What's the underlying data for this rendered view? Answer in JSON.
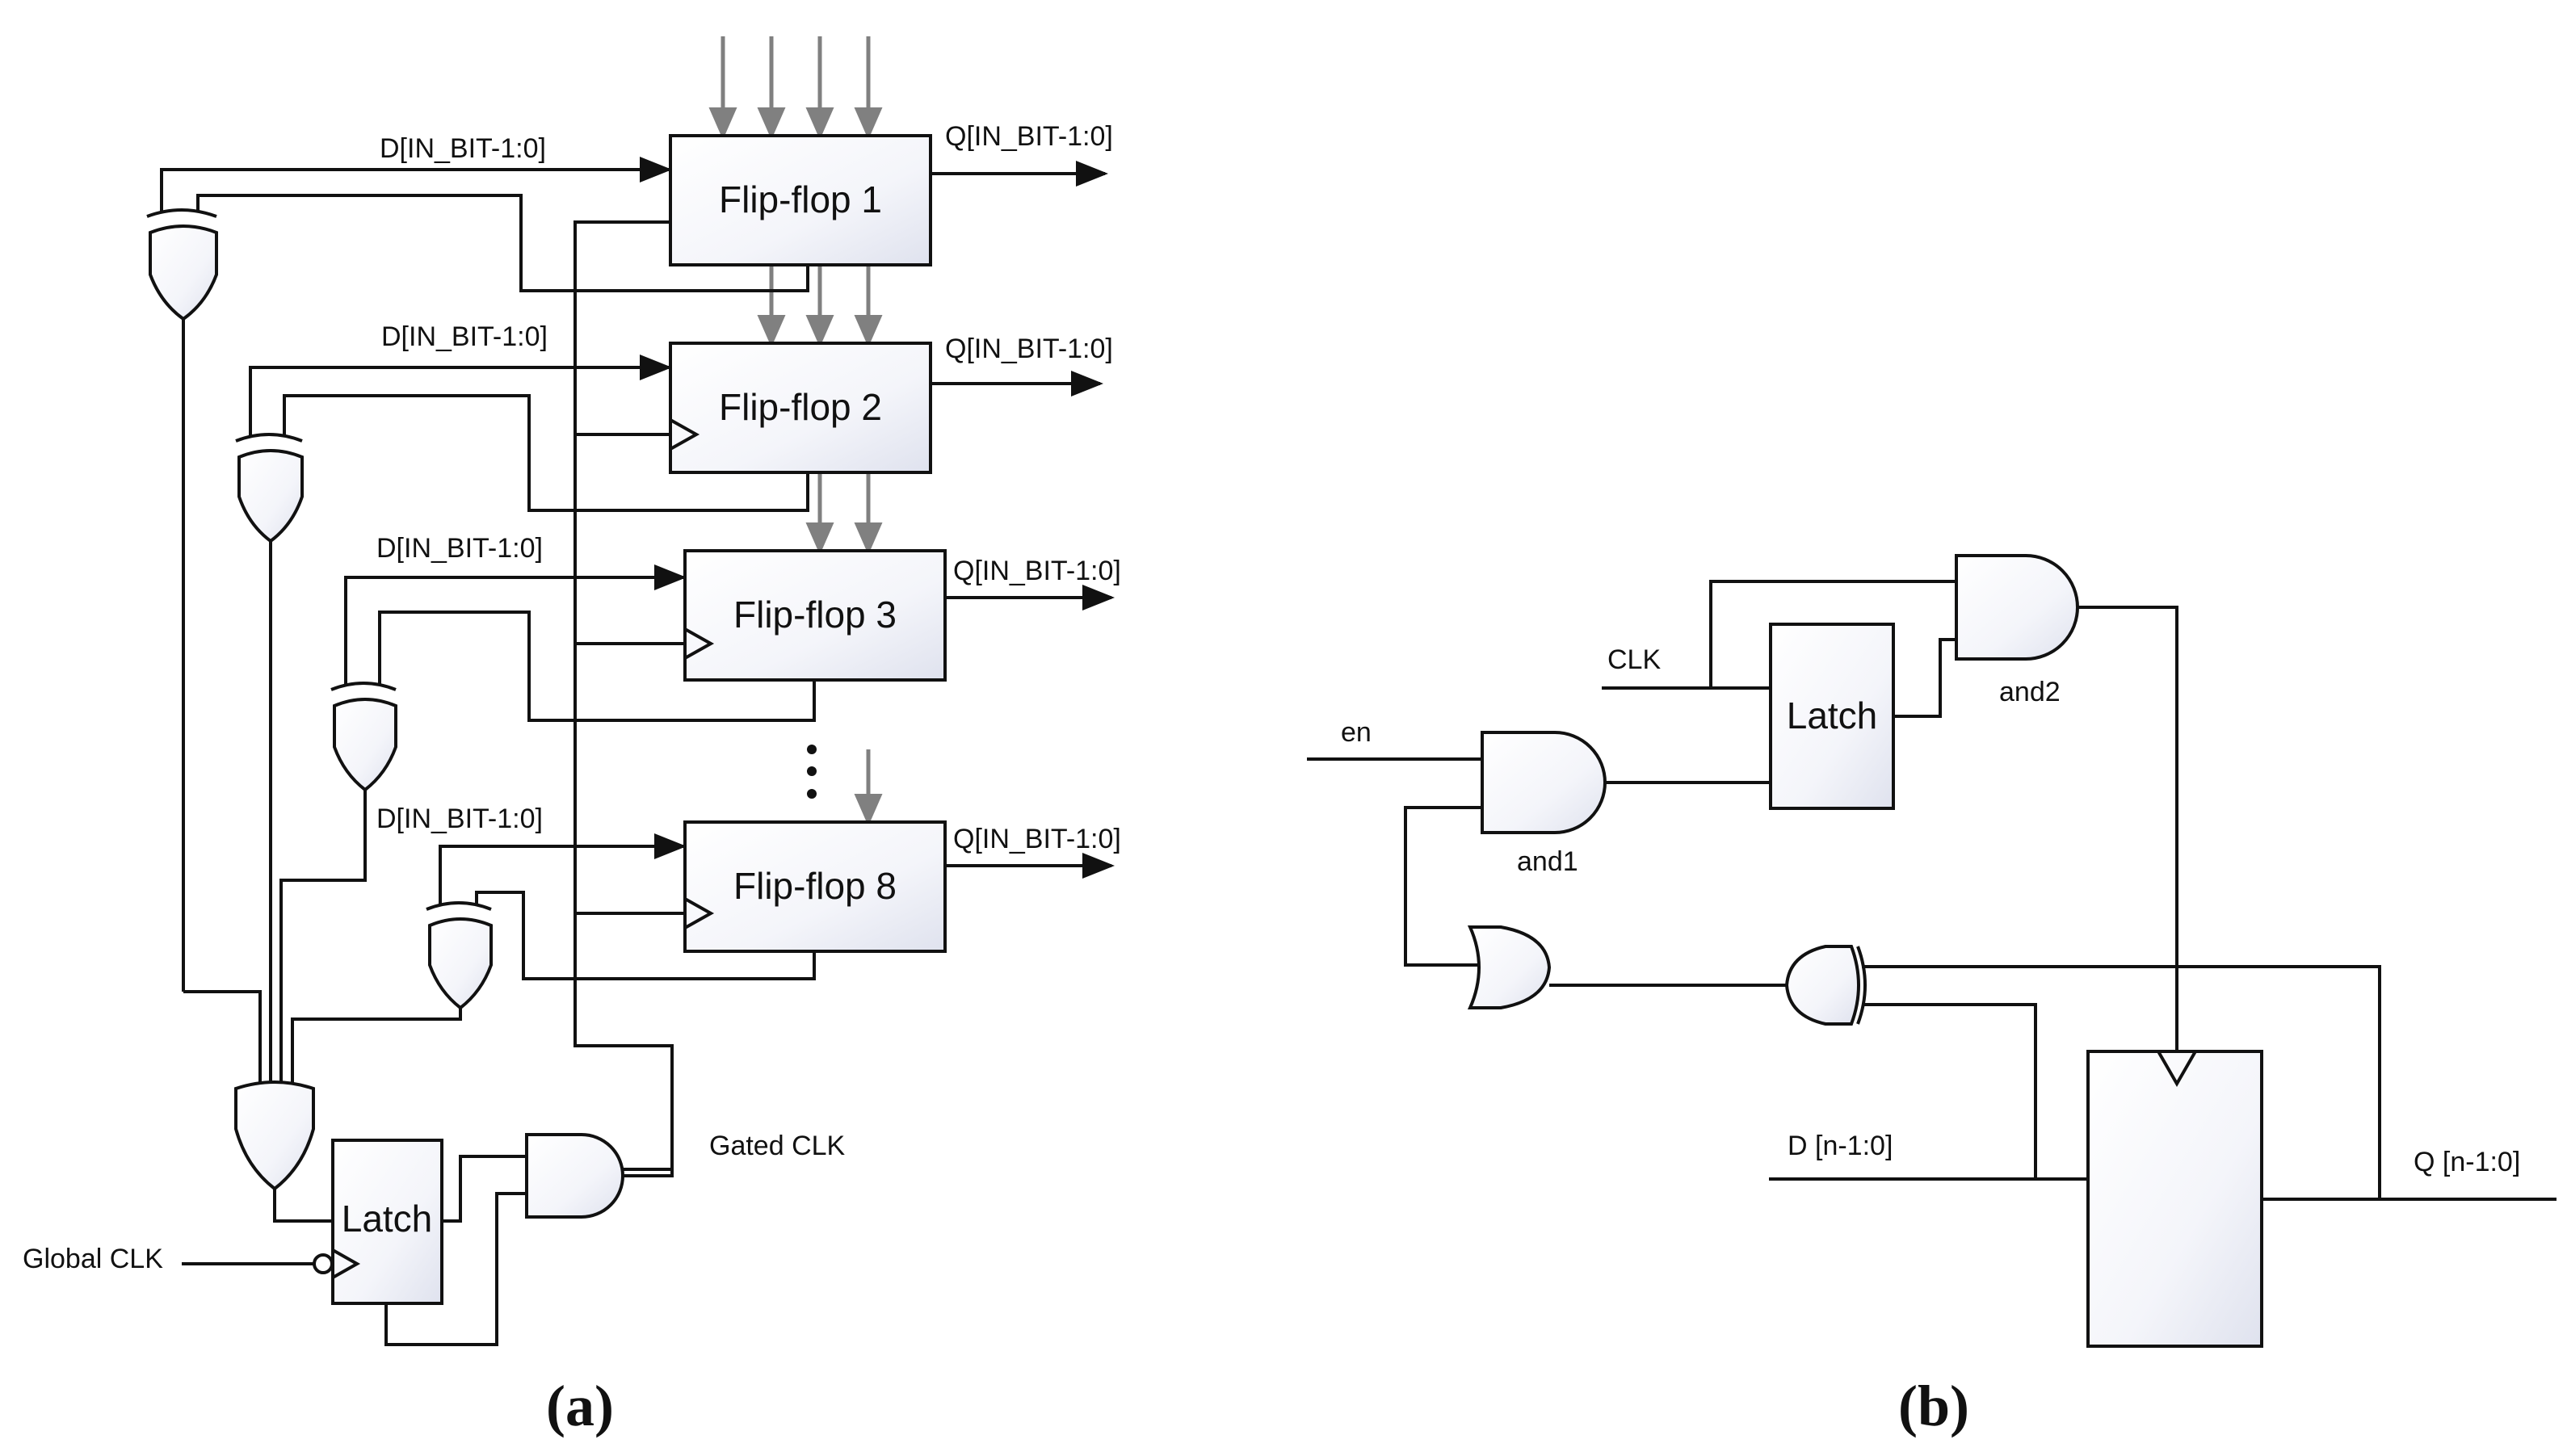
{
  "panel_a": {
    "caption": "(a)",
    "flipflops": [
      {
        "label": "Flip-flop 1",
        "input": "D[IN_BIT-1:0]",
        "output": "Q[IN_BIT-1:0]"
      },
      {
        "label": "Flip-flop 2",
        "input": "D[IN_BIT-1:0]",
        "output": "Q[IN_BIT-1:0]"
      },
      {
        "label": "Flip-flop 3",
        "input": "D[IN_BIT-1:0]",
        "output": "Q[IN_BIT-1:0]"
      },
      {
        "label": "Flip-flop 8",
        "input": "D[IN_BIT-1:0]",
        "output": "Q[IN_BIT-1:0]"
      }
    ],
    "latch_label": "Latch",
    "global_clk": "Global CLK",
    "gated_clk": "Gated CLK"
  },
  "panel_b": {
    "caption": "(b)",
    "latch_label": "Latch",
    "clk": "CLK",
    "en": "en",
    "and1": "and1",
    "and2": "and2",
    "d_in": "D [n-1:0]",
    "q_out": "Q [n-1:0]"
  }
}
